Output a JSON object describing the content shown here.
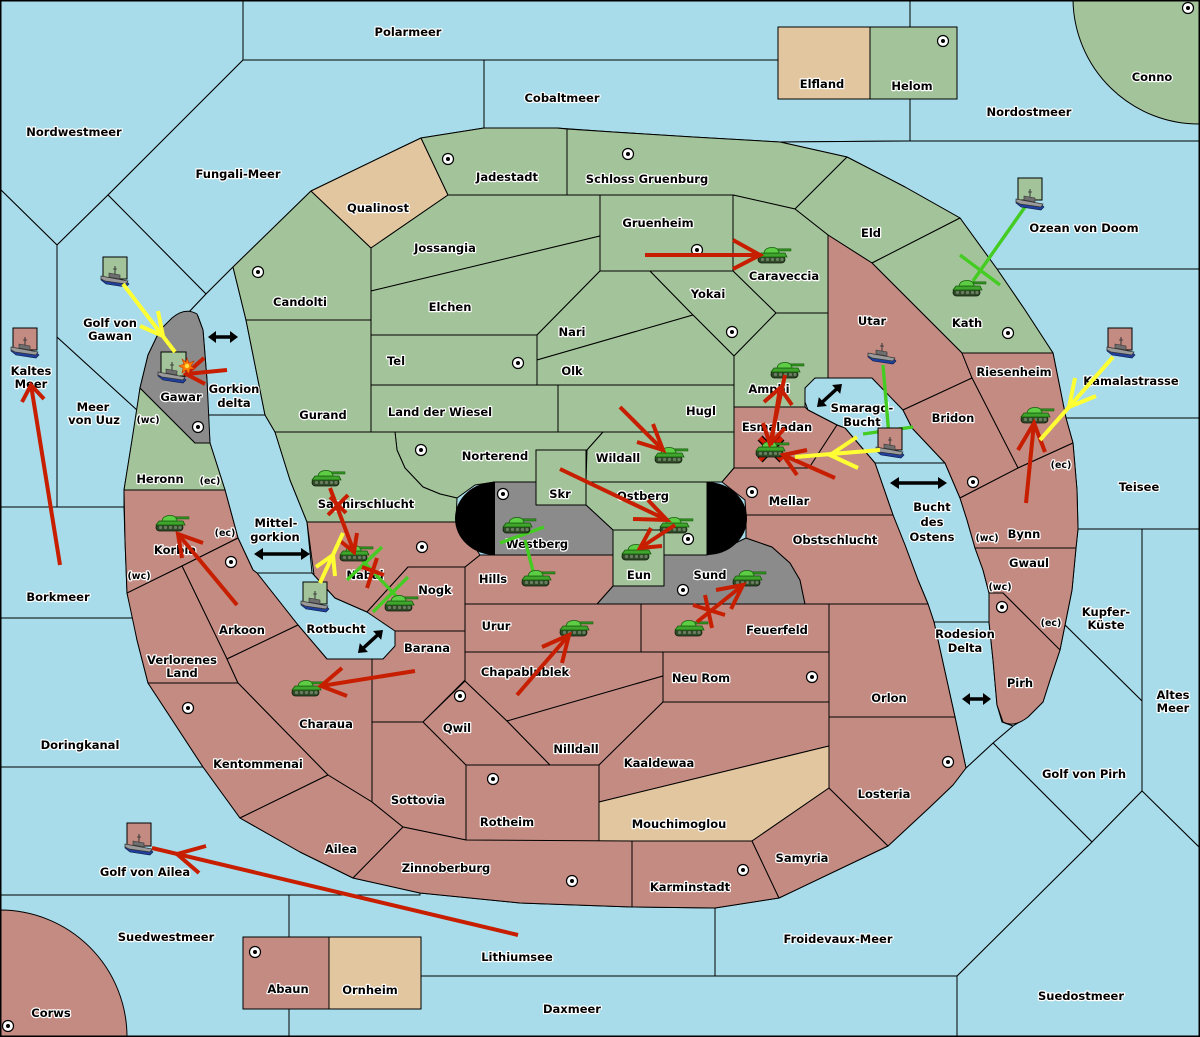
{
  "colors": {
    "sea": "#a8dcea",
    "green": "#a3c49a",
    "red": "#c48b82",
    "neutral": "#e2c6a0",
    "gray": "#8b8b8b",
    "impassable": "#000000",
    "move_order": "#c81e00",
    "fleet_order": "#ffff33",
    "support_order": "#44cc22",
    "connection": "#000000"
  },
  "seas": {
    "polarmeer": {
      "name": "Polarmeer"
    },
    "cobaltmeer": {
      "name": "Cobaltmeer"
    },
    "nordwestmeer": {
      "name": "Nordwestmeer"
    },
    "fungali_meer": {
      "name": "Fungali-Meer"
    },
    "nordostmeer": {
      "name": "Nordostmeer"
    },
    "ozean_von_doom": {
      "name": "Ozean von Doom"
    },
    "golf_von_gawan": {
      "name": "Golf von Gawan",
      "lines": [
        "Golf von",
        "Gawan"
      ]
    },
    "kaltes_meer": {
      "name": "Kaltes Meer",
      "lines": [
        "Kaltes",
        "Meer"
      ]
    },
    "meer_von_uuz": {
      "name": "Meer von Uuz",
      "lines": [
        "Meer",
        "von Uuz"
      ]
    },
    "gorkion_delta": {
      "name": "Gorkion delta",
      "lines": [
        "Gorkion",
        "delta"
      ]
    },
    "mittel_gorkion": {
      "name": "Mittel-gorkion",
      "lines": [
        "Mittel-",
        "gorkion"
      ]
    },
    "kamalastrasse": {
      "name": "Kamalastrasse"
    },
    "smaragd_bucht": {
      "name": "Smaragd-Bucht",
      "lines": [
        "Smaragd-",
        "Bucht"
      ]
    },
    "bucht_des_ostens": {
      "name": "Bucht des Ostens",
      "lines": [
        "Bucht",
        "des",
        "Ostens"
      ]
    },
    "teisee": {
      "name": "Teisee"
    },
    "kupfer_kueste": {
      "name": "Kupfer-Küste",
      "lines": [
        "Kupfer-",
        "Küste"
      ]
    },
    "rodesion_delta": {
      "name": "Rodesion Delta",
      "lines": [
        "Rodesion",
        "Delta"
      ]
    },
    "altes_meer": {
      "name": "Altes Meer",
      "lines": [
        "Altes",
        "Meer"
      ]
    },
    "golf_von_pirh": {
      "name": "Golf von Pirh"
    },
    "borkmeer": {
      "name": "Borkmeer"
    },
    "rotbucht": {
      "name": "Rotbucht"
    },
    "doringkanal": {
      "name": "Doringkanal"
    },
    "golf_von_ailea": {
      "name": "Golf von Ailea"
    },
    "suedwestmeer": {
      "name": "Suedwestmeer"
    },
    "lithiumsee": {
      "name": "Lithiumsee"
    },
    "froidevaux_meer": {
      "name": "Froidevaux-Meer"
    },
    "suedostmeer": {
      "name": "Suedostmeer"
    },
    "daxmeer": {
      "name": "Daxmeer"
    }
  },
  "lands": {
    "conno": {
      "name": "Conno",
      "owner": "green",
      "supply_center": true
    },
    "elfland": {
      "name": "Elfland",
      "owner": "neutral",
      "supply_center": false
    },
    "helom": {
      "name": "Helom",
      "owner": "green",
      "supply_center": true
    },
    "qualinost": {
      "name": "Qualinost",
      "owner": "neutral",
      "supply_center": false
    },
    "jadestadt": {
      "name": "Jadestadt",
      "owner": "green",
      "supply_center": true
    },
    "schloss_gruenburg": {
      "name": "Schloss Gruenburg",
      "owner": "green",
      "supply_center": true
    },
    "gruenheim": {
      "name": "Gruenheim",
      "owner": "green",
      "supply_center": true
    },
    "jossangia": {
      "name": "Jossangia",
      "owner": "green",
      "supply_center": false
    },
    "candolti": {
      "name": "Candolti",
      "owner": "green",
      "supply_center": true
    },
    "caraveccia": {
      "name": "Caraveccia",
      "owner": "green",
      "supply_center": false
    },
    "eld": {
      "name": "Eld",
      "owner": "green",
      "supply_center": false
    },
    "elchen": {
      "name": "Elchen",
      "owner": "green",
      "supply_center": false
    },
    "yokai": {
      "name": "Yokai",
      "owner": "green",
      "supply_center": true
    },
    "nari": {
      "name": "Nari",
      "owner": "green",
      "supply_center": false
    },
    "kath": {
      "name": "Kath",
      "owner": "green",
      "supply_center": true
    },
    "tel": {
      "name": "Tel",
      "owner": "green",
      "supply_center": true
    },
    "olk": {
      "name": "Olk",
      "owner": "green",
      "supply_center": false
    },
    "utar": {
      "name": "Utar",
      "owner": "red",
      "supply_center": false
    },
    "gurand": {
      "name": "Gurand",
      "owner": "green",
      "supply_center": false
    },
    "land_der_wiesel": {
      "name": "Land der Wiesel",
      "owner": "green",
      "supply_center": false
    },
    "hugl": {
      "name": "Hugl",
      "owner": "green",
      "supply_center": false
    },
    "amphi": {
      "name": "Amphi",
      "owner": "green",
      "supply_center": false
    },
    "esmaladan": {
      "name": "Esmaladan",
      "owner": "red",
      "supply_center": false
    },
    "norterend": {
      "name": "Norterend",
      "owner": "green",
      "supply_center": true
    },
    "wildall": {
      "name": "Wildall",
      "owner": "green",
      "supply_center": false
    },
    "skr": {
      "name": "Skr",
      "owner": "green",
      "supply_center": false
    },
    "ostberg": {
      "name": "Ostberg",
      "owner": "green",
      "supply_center": true
    },
    "westberg": {
      "name": "Westberg",
      "owner": "gray",
      "supply_center": true
    },
    "eun": {
      "name": "Eun",
      "owner": "green",
      "supply_center": false
    },
    "sund": {
      "name": "Sund",
      "owner": "gray",
      "supply_center": true
    },
    "saphirschlucht": {
      "name": "Saphirschlucht",
      "owner": "green",
      "supply_center": false
    },
    "gawar": {
      "name": "Gawar",
      "owner": "gray",
      "supply_center": true
    },
    "heronn": {
      "name": "Heronn",
      "owner": "green",
      "supply_center": false
    },
    "riesenheim": {
      "name": "Riesenheim",
      "owner": "red",
      "supply_center": false
    },
    "bridon": {
      "name": "Bridon",
      "owner": "red",
      "supply_center": true
    },
    "mellar": {
      "name": "Mellar",
      "owner": "red",
      "supply_center": true
    },
    "obstschlucht": {
      "name": "Obstschlucht",
      "owner": "red",
      "supply_center": false
    },
    "bynn": {
      "name": "Bynn",
      "owner": "red",
      "supply_center": false
    },
    "gwaul": {
      "name": "Gwaul",
      "owner": "red",
      "supply_center": true
    },
    "pirh": {
      "name": "Pirh",
      "owner": "red",
      "supply_center": false
    },
    "korbia": {
      "name": "Korbia",
      "owner": "red",
      "supply_center": true
    },
    "nabai": {
      "name": "Nabai",
      "owner": "red",
      "supply_center": true
    },
    "nogk": {
      "name": "Nogk",
      "owner": "red",
      "supply_center": false
    },
    "hills": {
      "name": "Hills",
      "owner": "red",
      "supply_center": false
    },
    "urur": {
      "name": "Urur",
      "owner": "red",
      "supply_center": false
    },
    "feuerfeld": {
      "name": "Feuerfeld",
      "owner": "red",
      "supply_center": false
    },
    "arkoon": {
      "name": "Arkoon",
      "owner": "red",
      "supply_center": false
    },
    "barana": {
      "name": "Barana",
      "owner": "red",
      "supply_center": false
    },
    "verlorenes_land": {
      "name": "Verlorenes Land",
      "lines": [
        "Verlorenes",
        "Land"
      ],
      "owner": "red",
      "supply_center": false
    },
    "chapablublek": {
      "name": "Chapablublek",
      "owner": "red",
      "supply_center": false
    },
    "neu_rom": {
      "name": "Neu Rom",
      "owner": "red",
      "supply_center": true
    },
    "orlon": {
      "name": "Orlon",
      "owner": "red",
      "supply_center": false
    },
    "charaua": {
      "name": "Charaua",
      "owner": "red",
      "supply_center": false
    },
    "qwil": {
      "name": "Qwil",
      "owner": "red",
      "supply_center": true
    },
    "nilldall": {
      "name": "Nilldall",
      "owner": "red",
      "supply_center": false
    },
    "kaaldewaa": {
      "name": "Kaaldewaa",
      "owner": "red",
      "supply_center": false
    },
    "kentommenai": {
      "name": "Kentommenai",
      "owner": "red",
      "supply_center": true
    },
    "sottovia": {
      "name": "Sottovia",
      "owner": "red",
      "supply_center": false
    },
    "rotheim": {
      "name": "Rotheim",
      "owner": "red",
      "supply_center": true
    },
    "mouchimoglou": {
      "name": "Mouchimoglou",
      "owner": "neutral",
      "supply_center": false
    },
    "losteria": {
      "name": "Losteria",
      "owner": "red",
      "supply_center": true
    },
    "ailea": {
      "name": "Ailea",
      "owner": "red",
      "supply_center": false
    },
    "zinnoberburg": {
      "name": "Zinnoberburg",
      "owner": "red",
      "supply_center": true
    },
    "samyria": {
      "name": "Samyria",
      "owner": "red",
      "supply_center": false
    },
    "karminstadt": {
      "name": "Karminstadt",
      "owner": "red",
      "supply_center": true
    },
    "abaun": {
      "name": "Abaun",
      "owner": "red",
      "supply_center": true
    },
    "ornheim": {
      "name": "Ornheim",
      "owner": "neutral",
      "supply_center": false
    },
    "corws": {
      "name": "Corws",
      "owner": "red",
      "supply_center": true
    }
  },
  "impassable": [
    "west-of-westberg",
    "east-of-ostberg"
  ],
  "coasts": [
    {
      "region": "Heronn",
      "label": "(wc)"
    },
    {
      "region": "Heronn",
      "label": "(ec)"
    },
    {
      "region": "Korbia",
      "label": "(ec)"
    },
    {
      "region": "Korbia",
      "label": "(wc)"
    },
    {
      "region": "Bynn",
      "label": "(ec)"
    },
    {
      "region": "Bynn",
      "label": "(wc)"
    },
    {
      "region": "Gwaul",
      "label": "(wc)"
    },
    {
      "region": "Gwaul",
      "label": "(ec)"
    }
  ],
  "connections": [
    {
      "region": "Gorkion delta",
      "icon": "double-arrow"
    },
    {
      "region": "Mittel-gorkion",
      "icon": "double-arrow"
    },
    {
      "region": "Rotbucht",
      "icon": "double-arrow"
    },
    {
      "region": "Smaragd-Bucht",
      "icon": "double-arrow"
    },
    {
      "region": "Bucht des Ostens",
      "icon": "double-arrow"
    },
    {
      "region": "Rodesion Delta",
      "icon": "double-arrow"
    }
  ],
  "units": [
    {
      "type": "army",
      "region": "Caraveccia"
    },
    {
      "type": "army",
      "region": "Kath"
    },
    {
      "type": "army",
      "region": "Amphi"
    },
    {
      "type": "army",
      "region": "Esmaladan",
      "dislodged": true
    },
    {
      "type": "army",
      "region": "Wildall"
    },
    {
      "type": "army",
      "region": "Riesenheim"
    },
    {
      "type": "army",
      "region": "Saphirschlucht"
    },
    {
      "type": "army",
      "region": "Nabai"
    },
    {
      "type": "army",
      "region": "Westberg"
    },
    {
      "type": "army",
      "region": "Hills"
    },
    {
      "type": "army",
      "region": "Ostberg"
    },
    {
      "type": "army",
      "region": "Eun"
    },
    {
      "type": "army",
      "region": "Sund"
    },
    {
      "type": "army",
      "region": "Feuerfeld"
    },
    {
      "type": "army",
      "region": "Urur"
    },
    {
      "type": "army",
      "region": "Nogk"
    },
    {
      "type": "army",
      "region": "Korbia"
    },
    {
      "type": "army",
      "region": "Charaua"
    },
    {
      "type": "fleet",
      "region": "Golf von Gawan",
      "badge": "green"
    },
    {
      "type": "fleet",
      "region": "Gawar",
      "badge": "green",
      "bounced": true
    },
    {
      "type": "fleet",
      "region": "Kaltes Meer",
      "badge": "red"
    },
    {
      "type": "fleet",
      "region": "Ozean von Doom",
      "badge": "green"
    },
    {
      "type": "fleet",
      "region": "Utar",
      "badge": null
    },
    {
      "type": "fleet",
      "region": "Smaragd-Bucht",
      "badge": "red"
    },
    {
      "type": "fleet",
      "region": "Kamalastrasse",
      "badge": "red"
    },
    {
      "type": "fleet",
      "region": "Rotbucht",
      "badge": "green"
    },
    {
      "type": "fleet",
      "region": "Golf von Ailea",
      "badge": "red"
    }
  ],
  "orders": [
    {
      "kind": "move",
      "from": "Gruenheim",
      "to": "Caraveccia",
      "color": "move_order"
    },
    {
      "kind": "move",
      "from": "Borkmeer",
      "to": "Kaltes Meer",
      "color": "move_order"
    },
    {
      "kind": "move",
      "from": "Gorkion delta",
      "to": "Gawar",
      "color": "move_order"
    },
    {
      "kind": "move",
      "from": "Saphirschlucht",
      "to": "Nabai",
      "color": "move_order",
      "failed": true
    },
    {
      "kind": "move",
      "from": "Arkoon",
      "to": "Korbia",
      "color": "move_order"
    },
    {
      "kind": "move",
      "from": "Barana",
      "to": "Charaua",
      "color": "move_order"
    },
    {
      "kind": "move",
      "from": "Chapablublek",
      "to": "Urur",
      "color": "move_order"
    },
    {
      "kind": "move",
      "from": "Feuerfeld",
      "to": "Sund",
      "color": "move_order",
      "failed": true
    },
    {
      "kind": "move",
      "from": "Skr",
      "to": "Ostberg",
      "color": "move_order"
    },
    {
      "kind": "move",
      "from": "Ostberg",
      "to": "Eun",
      "color": "move_order"
    },
    {
      "kind": "move",
      "from": "Hugl",
      "to": "Wildall",
      "color": "move_order"
    },
    {
      "kind": "move",
      "from": "Esmaladan",
      "to": "Amphi",
      "color": "move_order"
    },
    {
      "kind": "move",
      "from": "Amphi",
      "to": "Esmaladan",
      "color": "move_order"
    },
    {
      "kind": "move",
      "from": "Mellar",
      "to": "Esmaladan",
      "color": "move_order"
    },
    {
      "kind": "move",
      "from": "Bynn",
      "to": "Riesenheim",
      "color": "move_order"
    },
    {
      "kind": "move",
      "from": "Lithiumsee",
      "to": "Golf von Ailea",
      "color": "move_order"
    },
    {
      "kind": "fleet-support",
      "from": "Golf von Gawan",
      "to": "Gawar",
      "color": "fleet_order"
    },
    {
      "kind": "fleet-support",
      "from": "Smaragd-Bucht",
      "to": "Esmaladan",
      "color": "fleet_order"
    },
    {
      "kind": "fleet-support",
      "from": "Kamalastrasse",
      "to": "Riesenheim",
      "color": "fleet_order"
    },
    {
      "kind": "fleet-support",
      "from": "Rotbucht",
      "to": "Nabai",
      "color": "fleet_order"
    },
    {
      "kind": "support",
      "from": "Ozean von Doom",
      "to": "Kath",
      "color": "support_order"
    },
    {
      "kind": "support",
      "from": "Utar",
      "to": "Smaragd-Bucht",
      "color": "support_order"
    },
    {
      "kind": "support",
      "from": "Westberg",
      "to": "Hills",
      "color": "support_order"
    },
    {
      "kind": "support",
      "from": "Nogk",
      "to": "Nabai",
      "color": "support_order"
    }
  ],
  "markers": [
    {
      "type": "failed",
      "region": "Saphirschlucht",
      "color": "move_order"
    },
    {
      "type": "failed",
      "region": "Nabai",
      "color": "move_order"
    },
    {
      "type": "failed",
      "region": "Feuerfeld",
      "color": "move_order"
    },
    {
      "type": "dislodged",
      "region": "Esmaladan"
    },
    {
      "type": "bounce",
      "region": "Gawar"
    }
  ]
}
